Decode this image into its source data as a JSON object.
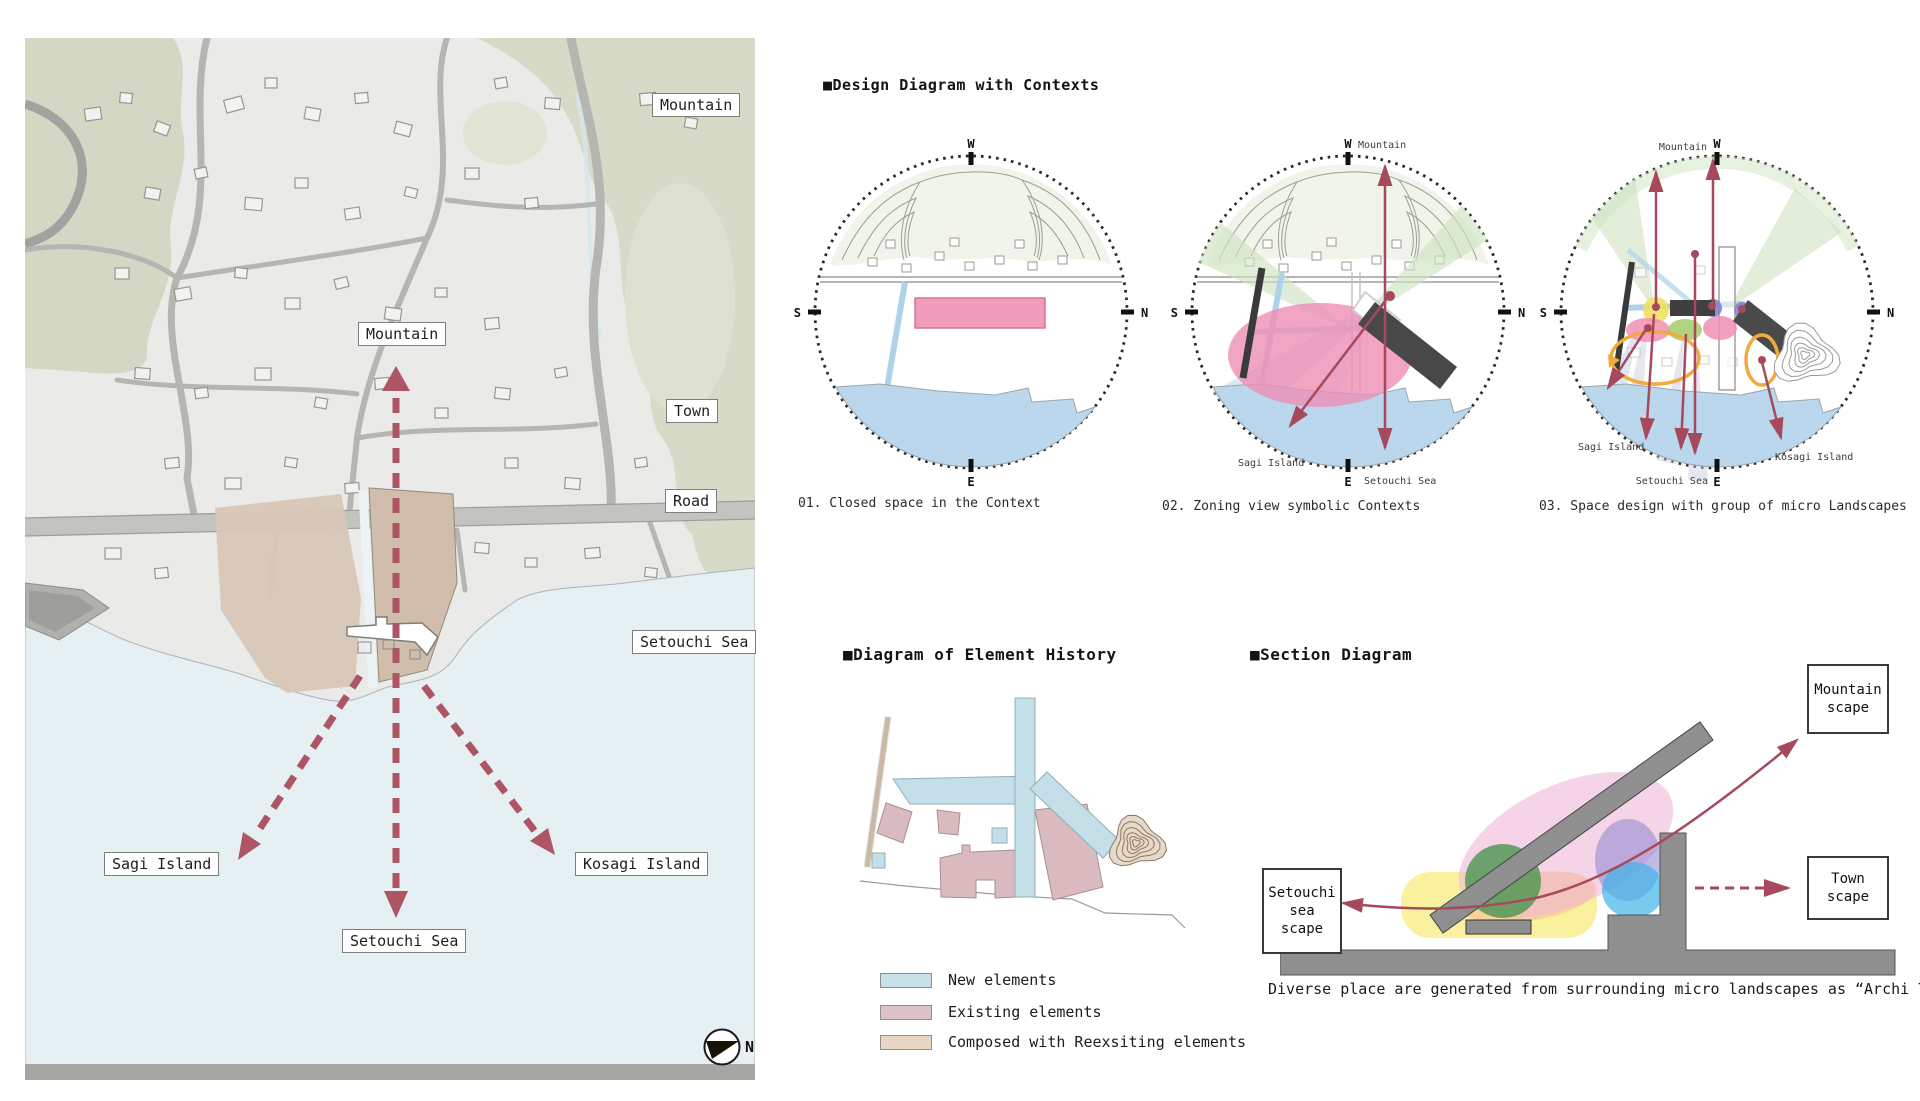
{
  "map": {
    "mountain_top": "Mountain",
    "mountain_center": "Mountain",
    "town": "Town",
    "road": "Road",
    "setouchi_sea_right": "Setouchi Sea",
    "sagi_island": "Sagi Island",
    "kosagi_island": "Kosagi Island",
    "setouchi_sea_bottom": "Setouchi Sea",
    "compass_n": "N"
  },
  "context_diagrams": {
    "heading": "■Design Diagram with Contexts",
    "compass": {
      "top": "W",
      "left": "S",
      "right": "N",
      "bottom": "E"
    },
    "d1": {
      "caption": "01. Closed space in the Context"
    },
    "d2": {
      "caption": "02. Zoning view symbolic Contexts",
      "mountain": "Mountain",
      "sagi_island": "Sagi Island",
      "setouchi_sea": "Setouchi Sea"
    },
    "d3": {
      "caption": "03. Space design with group of micro Landscapes",
      "mountain": "Mountain",
      "sagi_island": "Sagi Island",
      "setouchi_sea": "Setouchi Sea",
      "kosagi_island": "Kosagi Island"
    }
  },
  "element_history": {
    "heading": "■Diagram of Element History",
    "legend": [
      {
        "label": "New elements",
        "color": "#c9e0ea"
      },
      {
        "label": "Existing elements",
        "color": "#dcc2c5"
      },
      {
        "label": "Composed with Reexsiting elements",
        "color": "#e7d6c3"
      }
    ]
  },
  "section": {
    "heading": "■Section Diagram",
    "mountain_scape": "Mountain\nscape",
    "town_scape": "Town\nscape",
    "setouchi_scape": "Setouchi\nsea\nscape",
    "caption": "Diverse place are generated from surrounding micro landscapes as “Archi Tone”"
  },
  "colors": {
    "crimson_arrow": "#a6495c",
    "map_arrow": "#ad5565",
    "map_sea": "#e6f0f3",
    "circle_sea": "#bad7ee",
    "pink_zone": "#ee8fb4",
    "green_cone": "#cfe3c2",
    "blue_cone": "#b9d4ea",
    "dark_structure": "#4a4a4a",
    "orange_circulation": "#f2a93e"
  }
}
